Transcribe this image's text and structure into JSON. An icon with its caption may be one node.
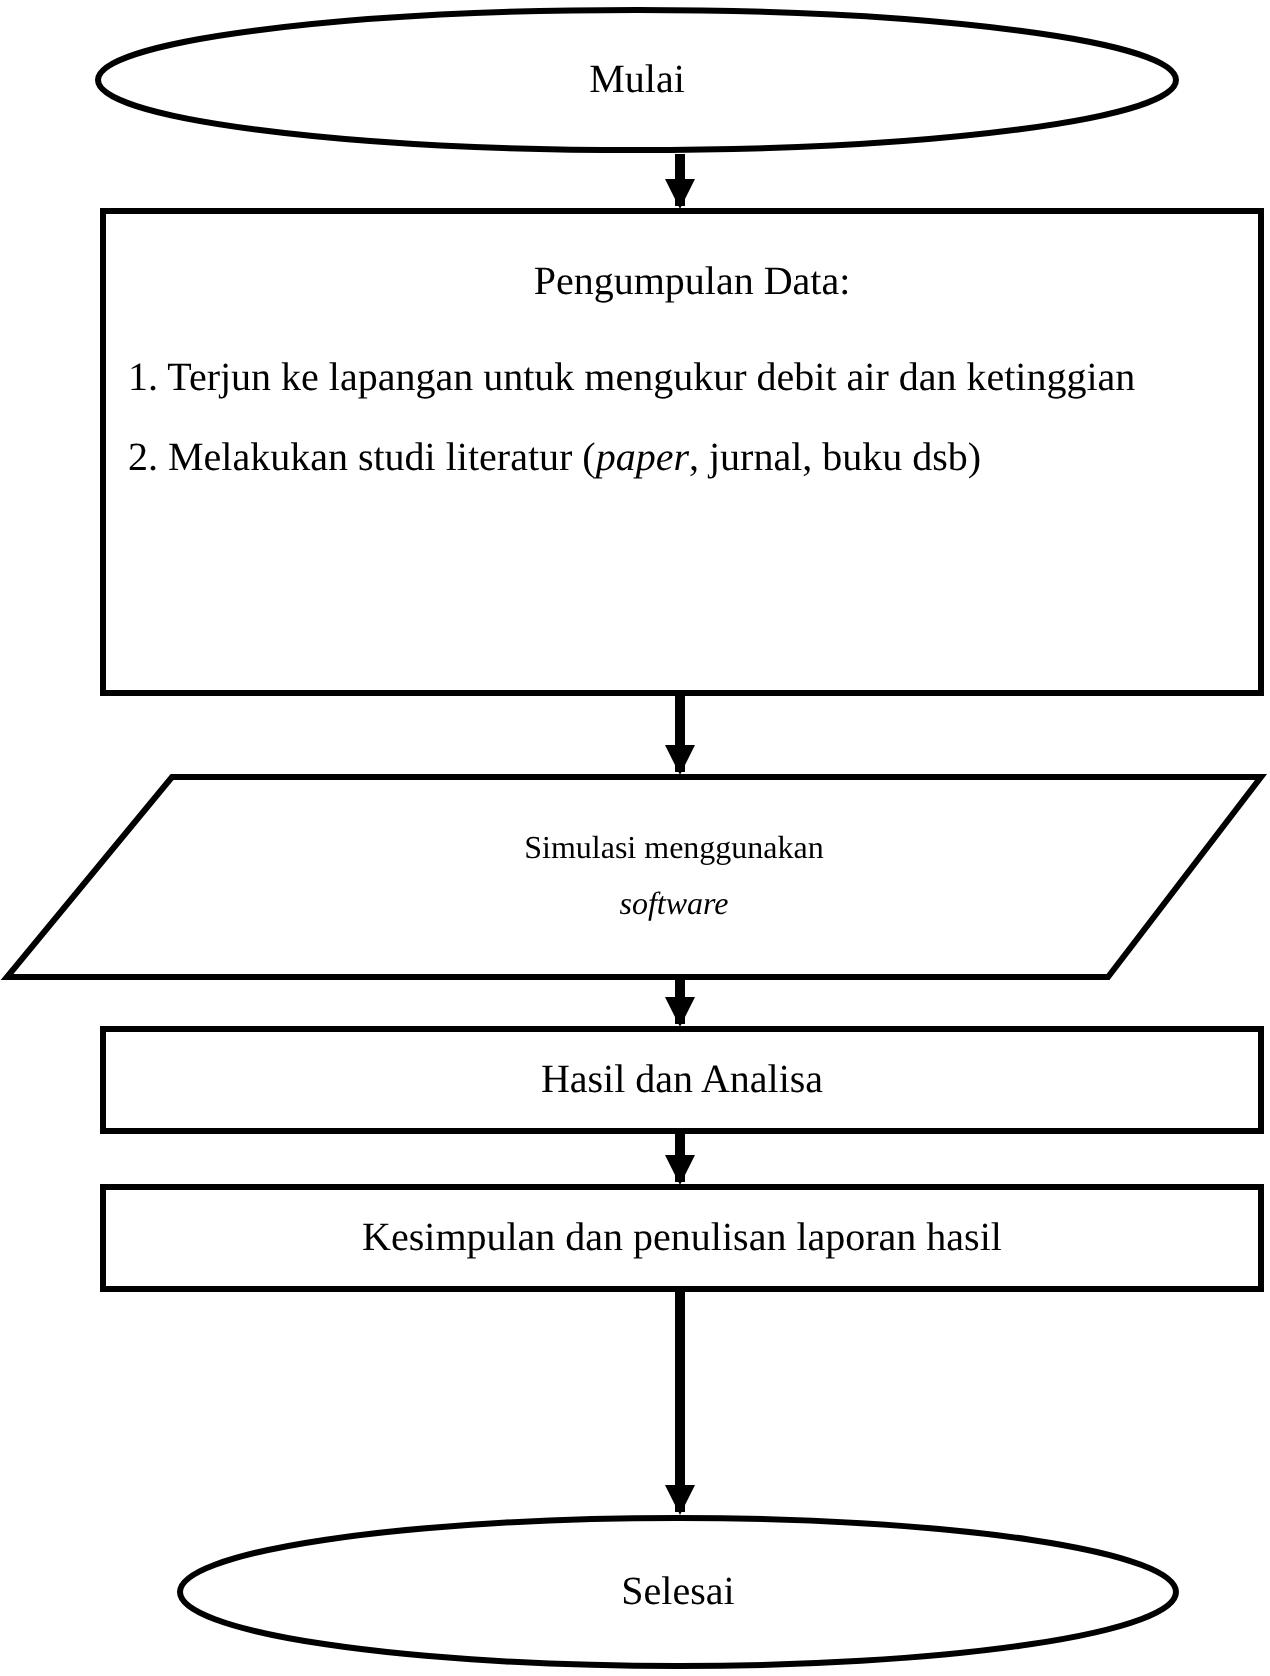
{
  "diagram": {
    "nodes": [
      {
        "text": [
          "Mulai"
        ]
      },
      {
        "text": [
          "Pengumpulan Data:",
          "1. Terjun ke lapangan untuk mengukur debit air dan ketinggian",
          "2. Melakukan studi literatur (*paper*, jurnal, buku dsb)"
        ]
      },
      {
        "text": [
          "Simulasi menggunakan *software*"
        ]
      },
      {
        "text": [
          "Hasil dan Analisa"
        ]
      },
      {
        "text": [
          "Kesimpulan dan penulisan laporan hasil"
        ]
      },
      {
        "text": [
          "Selesai"
        ]
      }
    ],
    "edges": [
      {
        "from": 0,
        "to": 1,
        "arrow": "to"
      },
      {
        "from": 1,
        "to": 2,
        "arrow": "to"
      },
      {
        "from": 2,
        "to": 3,
        "arrow": "to"
      },
      {
        "from": 3,
        "to": 4,
        "arrow": "to"
      },
      {
        "from": 4,
        "to": 5,
        "arrow": "to"
      }
    ]
  }
}
